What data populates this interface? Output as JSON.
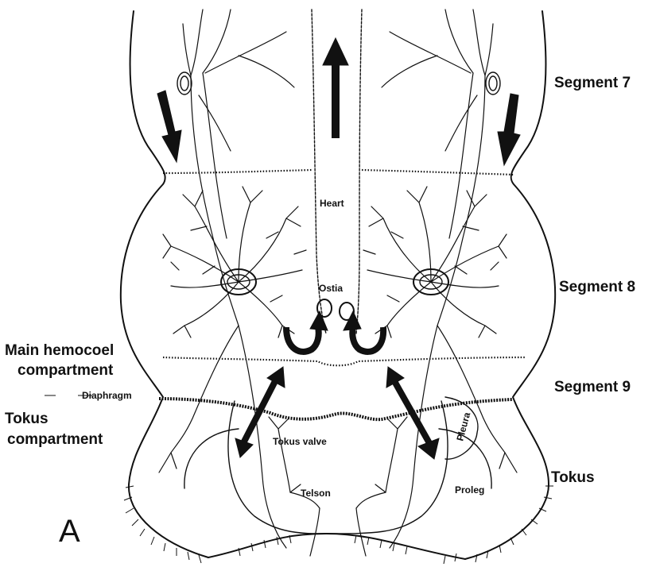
{
  "figure": {
    "panel_letter": "A",
    "labels": {
      "segment7": "Segment 7",
      "segment8": "Segment 8",
      "segment9": "Segment 9",
      "tokus": "Tokus",
      "heart": "Heart",
      "ostia": "Ostia",
      "main_hemocoel_line1": "Main hemocoel",
      "main_hemocoel_line2": "compartment",
      "diaphragm": "Diaphragm",
      "tokus_comp_line1": "Tokus",
      "tokus_comp_line2": "compartment",
      "tokus_valve": "Tokus valve",
      "telson": "Telson",
      "proleg": "Proleg",
      "pleura": "Pleura"
    }
  }
}
